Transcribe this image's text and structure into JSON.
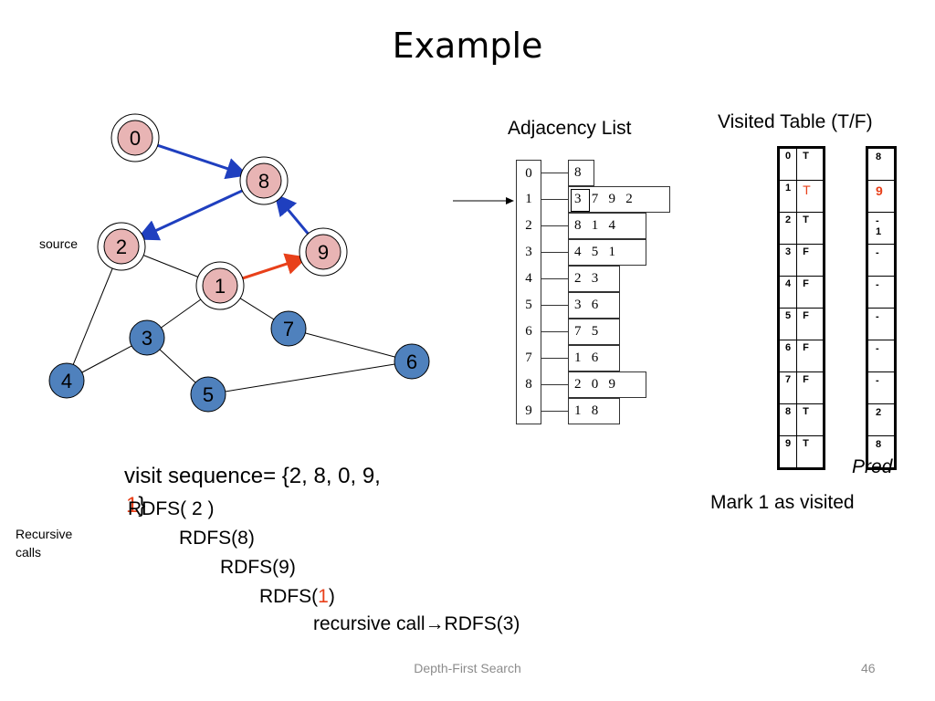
{
  "title": "Example",
  "graph": {
    "source_label": "source",
    "nodes": [
      {
        "id": "0",
        "label": "0",
        "color": "#e8b4b4",
        "visited": true
      },
      {
        "id": "8",
        "label": "8",
        "color": "#e8b4b4",
        "visited": true
      },
      {
        "id": "2",
        "label": "2",
        "color": "#e8b4b4",
        "visited": true
      },
      {
        "id": "9",
        "label": "9",
        "color": "#e8b4b4",
        "visited": true
      },
      {
        "id": "1",
        "label": "1",
        "color": "#e8b4b4",
        "visited": true
      },
      {
        "id": "7",
        "label": "7",
        "color": "#4f81bd",
        "visited": false
      },
      {
        "id": "3",
        "label": "3",
        "color": "#4f81bd",
        "visited": false
      },
      {
        "id": "6",
        "label": "6",
        "color": "#4f81bd",
        "visited": false
      },
      {
        "id": "4",
        "label": "4",
        "color": "#4f81bd",
        "visited": false
      },
      {
        "id": "5",
        "label": "5",
        "color": "#4f81bd",
        "visited": false
      }
    ],
    "edges": [
      [
        "0",
        "8"
      ],
      [
        "8",
        "2"
      ],
      [
        "8",
        "9"
      ],
      [
        "2",
        "1"
      ],
      [
        "2",
        "4"
      ],
      [
        "9",
        "1"
      ],
      [
        "1",
        "3"
      ],
      [
        "1",
        "7"
      ],
      [
        "3",
        "4"
      ],
      [
        "3",
        "5"
      ],
      [
        "5",
        "6"
      ],
      [
        "7",
        "6"
      ]
    ],
    "traversal_arrows": [
      {
        "from": "0",
        "to": "8",
        "color": "#1f3fbf"
      },
      {
        "from": "8",
        "to": "2",
        "color": "#1f3fbf"
      },
      {
        "from": "9",
        "to": "8",
        "color": "#1f3fbf"
      },
      {
        "from": "1",
        "to": "9",
        "color": "#e8401a"
      }
    ]
  },
  "adjacency": {
    "title": "Adjacency List",
    "rows": [
      {
        "index": "0",
        "neighbors": "8",
        "boxed_first": false
      },
      {
        "index": "1",
        "neighbors": "3   7   9   2",
        "boxed_first": true
      },
      {
        "index": "2",
        "neighbors": "8   1   4",
        "boxed_first": false
      },
      {
        "index": "3",
        "neighbors": "4   5   1",
        "boxed_first": false
      },
      {
        "index": "4",
        "neighbors": "2   3",
        "boxed_first": false
      },
      {
        "index": "5",
        "neighbors": "3   6",
        "boxed_first": false
      },
      {
        "index": "6",
        "neighbors": "7   5",
        "boxed_first": false
      },
      {
        "index": "7",
        "neighbors": "1   6",
        "boxed_first": false
      },
      {
        "index": "8",
        "neighbors": "2   0   9",
        "boxed_first": false
      },
      {
        "index": "9",
        "neighbors": "1   8",
        "boxed_first": false
      }
    ],
    "pointer_row": "1"
  },
  "visited_table": {
    "title": "Visited Table (T/F)",
    "rows": [
      {
        "vertex": "0",
        "value": "T",
        "highlight": false
      },
      {
        "vertex": "1",
        "value": "T",
        "highlight": true
      },
      {
        "vertex": "2",
        "value": "T",
        "highlight": false
      },
      {
        "vertex": "3",
        "value": "F",
        "highlight": false
      },
      {
        "vertex": "4",
        "value": "F",
        "highlight": false
      },
      {
        "vertex": "5",
        "value": "F",
        "highlight": false
      },
      {
        "vertex": "6",
        "value": "F",
        "highlight": false
      },
      {
        "vertex": "7",
        "value": "F",
        "highlight": false
      },
      {
        "vertex": "8",
        "value": "T",
        "highlight": false
      },
      {
        "vertex": "9",
        "value": "T",
        "highlight": false
      }
    ],
    "highlight_color": "#e8401a"
  },
  "pred_table": {
    "label": "Pred",
    "values": [
      {
        "value": "8",
        "highlight": false
      },
      {
        "value": "9",
        "highlight": true
      },
      {
        "value": "-\n1",
        "highlight": false
      },
      {
        "value": "-",
        "highlight": false
      },
      {
        "value": "-",
        "highlight": false
      },
      {
        "value": "-",
        "highlight": false
      },
      {
        "value": "-",
        "highlight": false
      },
      {
        "value": "-",
        "highlight": false
      },
      {
        "value": "2",
        "highlight": false
      },
      {
        "value": "8",
        "highlight": false
      }
    ]
  },
  "mark_text": "Mark 1 as visited",
  "visit_sequence": {
    "line1": "visit sequence= {2, 8, 0, 9,",
    "line2_red": "1",
    "line2_rest": "}"
  },
  "recursive_label": [
    "Recursive",
    "calls"
  ],
  "calls": [
    {
      "prefix": "RDFS( 2 )",
      "red": "",
      "suffix": ""
    },
    {
      "prefix": "RDFS(8)",
      "red": "",
      "suffix": ""
    },
    {
      "prefix": "RDFS(9)",
      "red": "",
      "suffix": ""
    },
    {
      "prefix": "RDFS(",
      "red": "1",
      "suffix": ")"
    },
    {
      "prefix": "recursive call",
      "red": "",
      "suffix": "RDFS(3)",
      "arrow": "→"
    }
  ],
  "footer": "Depth-First Search",
  "page_number": "46"
}
